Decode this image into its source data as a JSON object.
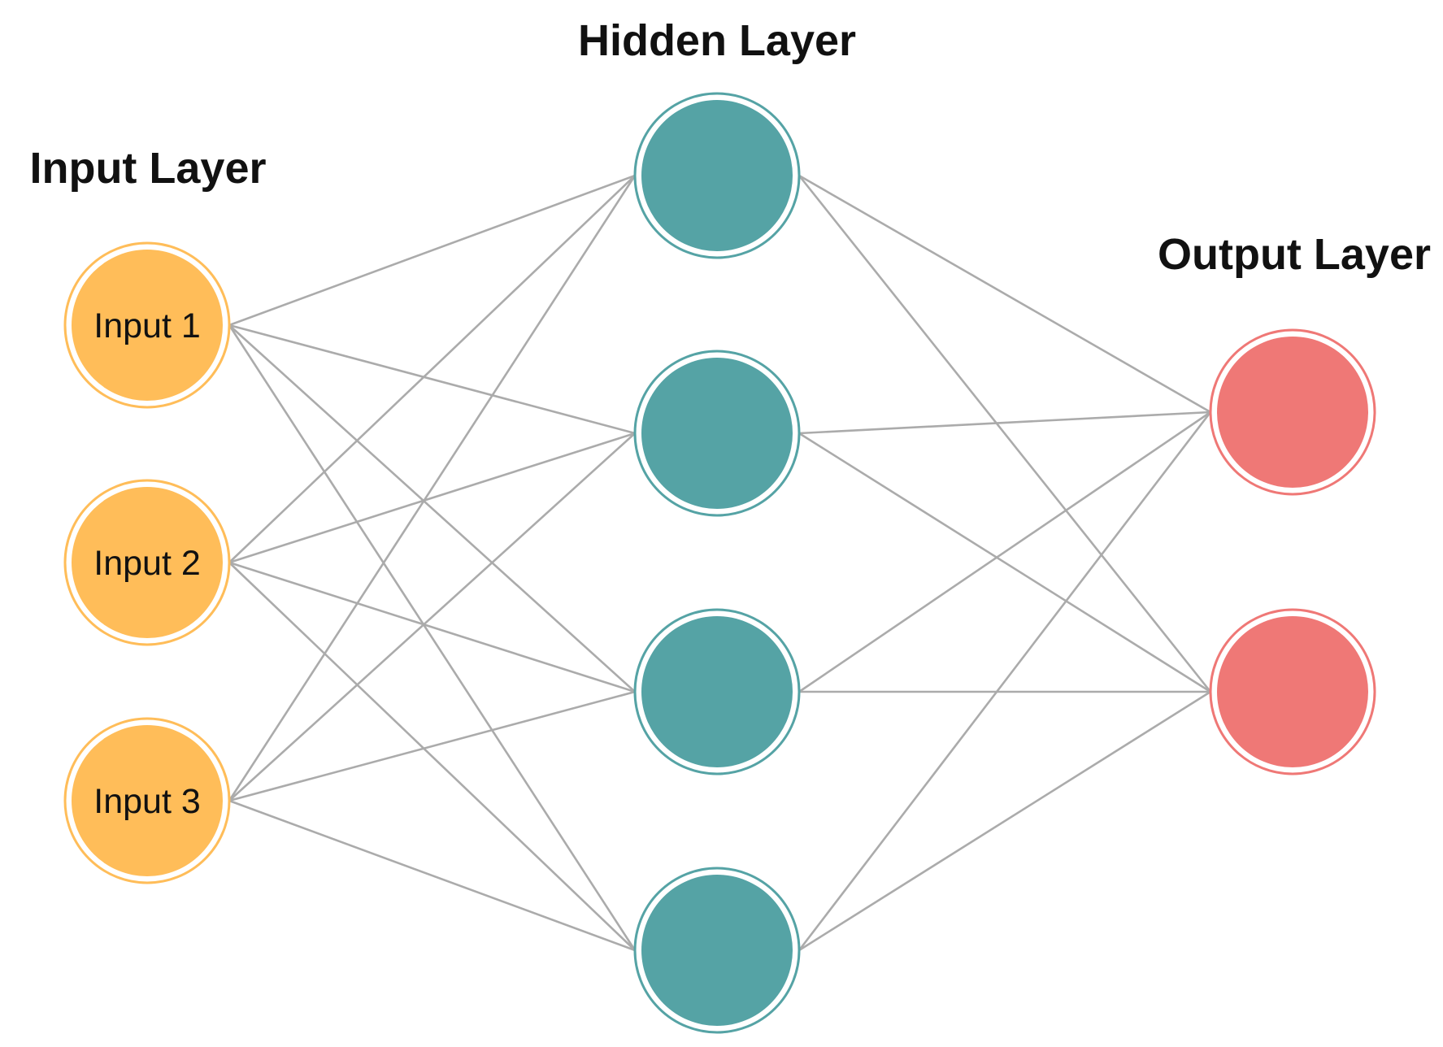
{
  "layers": {
    "input": {
      "title": "Input Layer",
      "nodes": [
        "Input 1",
        "Input 2",
        "Input 3"
      ]
    },
    "hidden": {
      "title": "Hidden Layer",
      "node_count": 4
    },
    "output": {
      "title": "Output Layer",
      "node_count": 2
    }
  },
  "connections": "fully-connected",
  "colors": {
    "input_node": "#ffbd59",
    "hidden_node": "#55a3a5",
    "output_node": "#ef7876",
    "edge": "#ababab",
    "title_text": "#111111"
  }
}
